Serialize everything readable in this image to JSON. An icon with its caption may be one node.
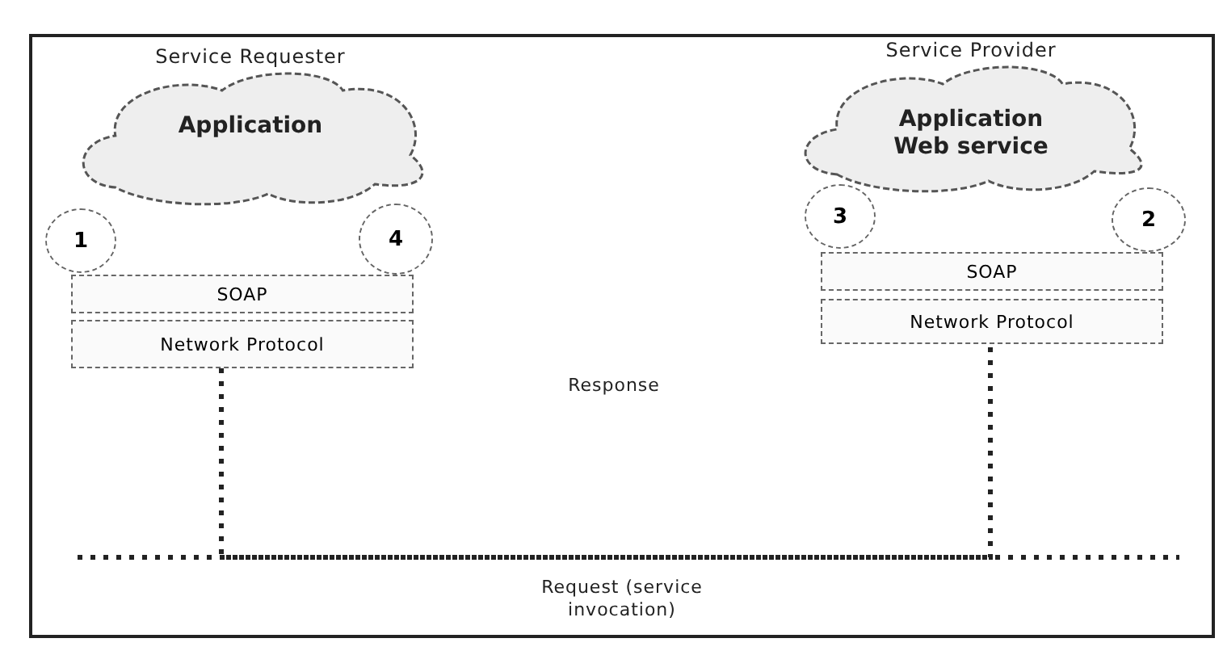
{
  "diagram": {
    "nodes": [
      {
        "text": [
          "Service Requester",
          "Application"
        ]
      },
      {
        "text": [
          "1"
        ]
      },
      {
        "text": [
          "4"
        ]
      },
      {
        "text": [
          "SOAP"
        ]
      },
      {
        "text": [
          "Network Protocol"
        ]
      },
      {
        "text": [
          "Service Provider",
          "Application Web service"
        ]
      },
      {
        "text": [
          "3"
        ]
      },
      {
        "text": [
          "2"
        ]
      },
      {
        "text": [
          "SOAP"
        ]
      },
      {
        "text": [
          "Network Protocol"
        ]
      }
    ],
    "edges": [
      {
        "from": 4,
        "to": 9,
        "arrow": "none",
        "style": "dashed"
      }
    ],
    "labels": [
      "Response",
      "Request (service invocation)"
    ]
  }
}
